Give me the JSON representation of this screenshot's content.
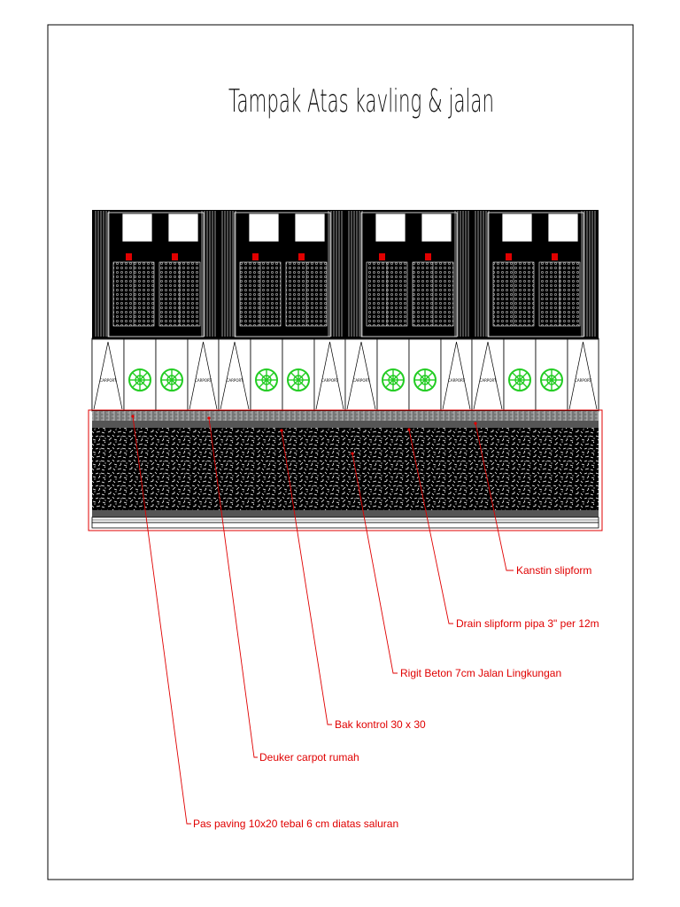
{
  "drawing": {
    "title": "Tampak Atas kavling & jalan",
    "house_label": "CARPORT",
    "colors": {
      "linework": "#000000",
      "annotation": "#e00000",
      "tree": "#22cc22"
    }
  },
  "callouts": [
    {
      "id": "kanstin",
      "text": "Kanstin slipform"
    },
    {
      "id": "drain",
      "text": "Drain slipform pipa 3\" per 12m"
    },
    {
      "id": "rigit",
      "text": "Rigit Beton 7cm Jalan Lingkungan"
    },
    {
      "id": "bak",
      "text": "Bak kontrol 30 x 30"
    },
    {
      "id": "deuker",
      "text": "Deuker carpot rumah"
    },
    {
      "id": "paving",
      "text": "Pas paving 10x20 tebal 6 cm diatas saluran"
    }
  ]
}
